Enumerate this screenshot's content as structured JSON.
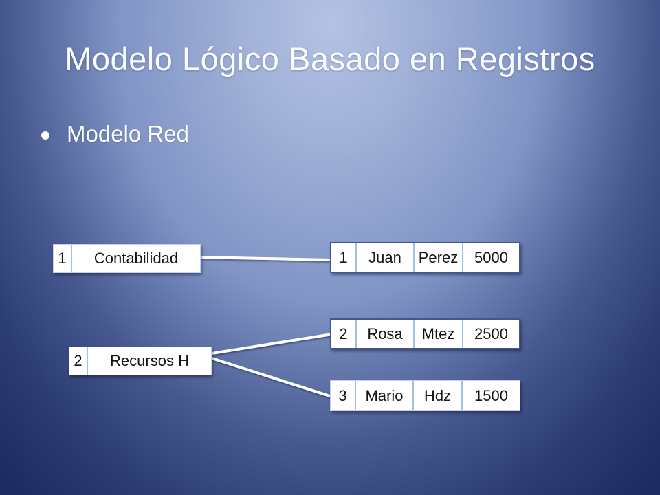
{
  "slide": {
    "title": "Modelo Lógico Basado en Registros",
    "bullet": "Modelo Red"
  },
  "colors": {
    "background_center": "#b4c2e4",
    "background_edge": "#1d2d62",
    "title_text": "#fbfcff",
    "box_fill": "#ffffff",
    "box_text": "#141414",
    "box_outline_accent": "#44568e",
    "cell_divider": "#9ec2e6",
    "connector_line": "#ffffff"
  },
  "diagram": {
    "departments": [
      {
        "id": "1",
        "name": "Contabilidad"
      },
      {
        "id": "2",
        "name": "Recursos H"
      }
    ],
    "employees": [
      {
        "id": "1",
        "first": "Juan",
        "last": "Perez",
        "salary": "5000"
      },
      {
        "id": "2",
        "first": "Rosa",
        "last": "Mtez",
        "salary": "2500"
      },
      {
        "id": "3",
        "first": "Mario",
        "last": "Hdz",
        "salary": "1500"
      }
    ],
    "links": [
      {
        "from": "Contabilidad",
        "to": "Juan Perez"
      },
      {
        "from": "Recursos H",
        "to": "Rosa Mtez"
      },
      {
        "from": "Recursos H",
        "to": "Mario Hdz"
      }
    ]
  }
}
